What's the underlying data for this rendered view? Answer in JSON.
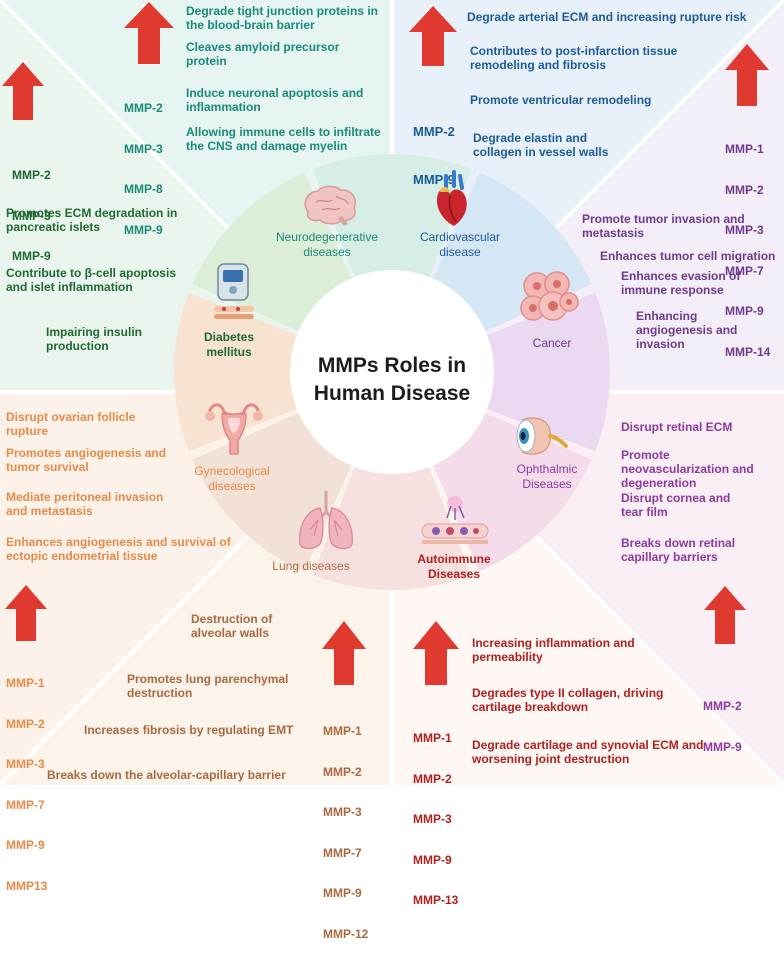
{
  "title": "MMPs Roles in Human Disease",
  "segments": {
    "neuro": "Neurodegenerative diseases",
    "cardio": "Cardiovascular disease",
    "cancer": "Cancer",
    "ophthalmic": "Ophthalmic Diseases",
    "autoimmune": "Autoimmune Diseases",
    "lung": "Lung diseases",
    "gyneco": "Gynecological diseases",
    "diabetes": "Diabetes mellitus"
  },
  "neuro": {
    "mmps": [
      "MMP-2",
      "MMP-3",
      "MMP-8",
      "MMP-9"
    ],
    "roles": [
      "Degrade tight junction proteins in the blood-brain barrier",
      "Cleaves amyloid precursor protein",
      "Induce neuronal apoptosis and inflammation",
      "Allowing immune cells to infiltrate the CNS and damage myelin"
    ]
  },
  "cardio": {
    "mmps": [
      "MMP-2",
      "MMP-9"
    ],
    "roles": [
      "Degrade arterial ECM and increasing rupture risk",
      "Contributes to post-infarction tissue remodeling and fibrosis",
      "Promote ventricular remodeling",
      "Degrade elastin and collagen in vessel walls"
    ]
  },
  "cancer": {
    "mmps": [
      "MMP-1",
      "MMP-2",
      "MMP-3",
      "MMP-7",
      "MMP-9",
      "MMP-14"
    ],
    "roles": [
      "Promote tumor invasion and metastasis",
      "Enhances tumor cell migration",
      "Enhances evasion of immune response",
      "Enhancing angiogenesis and invasion"
    ]
  },
  "diabetes": {
    "mmps": [
      "MMP-2",
      "MMP-3",
      "MMP-9"
    ],
    "roles": [
      "Promotes ECM degradation in pancreatic islets",
      "Contribute to β-cell apoptosis and islet inflammation",
      "Impairing insulin production"
    ]
  },
  "gyneco": {
    "mmps": [
      "MMP-1",
      "MMP-2",
      "MMP-3",
      "MMP-7",
      "MMP-9",
      "MMP13"
    ],
    "roles": [
      "Disrupt ovarian follicle rupture",
      "Promotes angiogenesis and tumor survival",
      "Mediate peritoneal invasion and metastasis",
      "Enhances angiogenesis and survival of ectopic endometrial tissue"
    ]
  },
  "ophthalmic": {
    "mmps": [
      "MMP-2",
      "MMP-9"
    ],
    "roles": [
      "Disrupt retinal ECM",
      "Promote neovascularization and degeneration",
      "Disrupt cornea and tear film",
      "Breaks down retinal capillary barriers"
    ]
  },
  "lung": {
    "mmps": [
      "MMP-1",
      "MMP-2",
      "MMP-3",
      "MMP-7",
      "MMP-9",
      "MMP-12"
    ],
    "roles": [
      "Destruction of alveolar walls",
      "Promotes lung parenchymal destruction",
      "Increases fibrosis by regulating EMT",
      "Breaks down the alveolar-capillary barrier"
    ]
  },
  "autoimmune": {
    "mmps": [
      "MMP-1",
      "MMP-2",
      "MMP-3",
      "MMP-9",
      "MMP-13"
    ],
    "roles": [
      "Increasing inflammation and permeability",
      "Degrades type II collagen, driving cartilage breakdown",
      "Degrade cartilage and synovial ECM and worsening joint destruction"
    ]
  },
  "colors": {
    "neuro": "#1a8a7a",
    "cardio": "#1c5a9a",
    "cancer": "#6e3a8c",
    "diabetes": "#1e6a30",
    "gyneco": "#e88a48",
    "lung": "#a86a40",
    "ophthalmic": "#8a3aa0",
    "autoimmune": "#b0201e",
    "arrow": "#e03a30"
  },
  "icons": [
    "brain-icon",
    "heart-icon",
    "cancer-cells-icon",
    "eye-icon",
    "cells-icon",
    "lungs-icon",
    "uterus-icon",
    "glucose-meter-icon"
  ]
}
